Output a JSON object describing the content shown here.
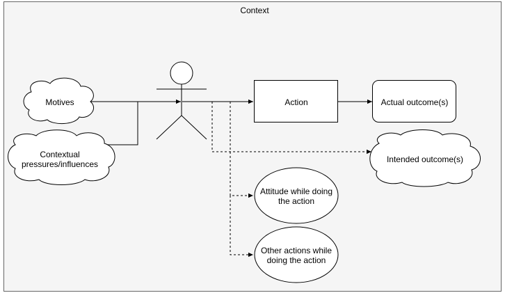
{
  "context": {
    "label": "Context"
  },
  "nodes": {
    "motives": "Motives",
    "contextual_line1": "Contextual",
    "contextual_line2": "pressures/influences",
    "action": "Action",
    "actual_outcome": "Actual outcome(s)",
    "intended_outcome": "Intended outcome(s)",
    "attitude_line1": "Attitude while doing",
    "attitude_line2": "the action",
    "other_line1": "Other actions while",
    "other_line2": "doing the action"
  }
}
